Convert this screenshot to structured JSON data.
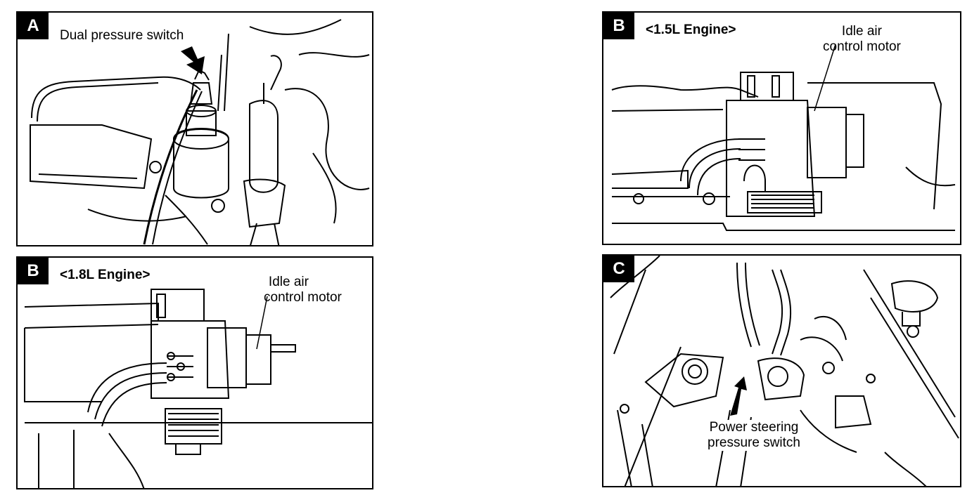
{
  "panels": {
    "a": {
      "badge": "A",
      "label": "Dual pressure switch"
    },
    "b_top": {
      "badge": "B",
      "heading": "<1.5L Engine>",
      "label_line1": "Idle air",
      "label_line2": "control motor"
    },
    "b_bottom": {
      "badge": "B",
      "heading": "<1.8L Engine>",
      "label_line1": "Idle air",
      "label_line2": "control motor"
    },
    "c": {
      "badge": "C",
      "label_line1": "Power steering",
      "label_line2": "pressure switch"
    }
  }
}
